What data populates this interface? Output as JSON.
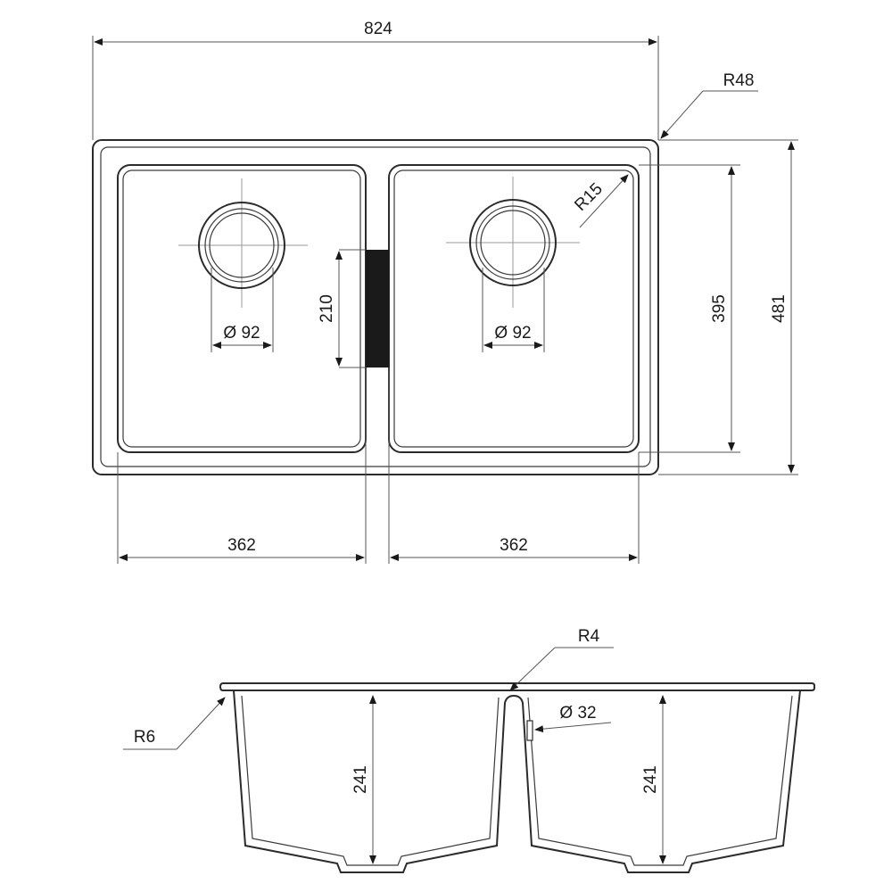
{
  "colors": {
    "line": "#2b2b2b",
    "strip": "#1a1a1a",
    "background": "#ffffff"
  },
  "top_view": {
    "overall_width": "824",
    "corner_radius_outer": "R48",
    "inner_radius": "R15",
    "overall_depth": "481",
    "bowl_depth": "395",
    "divider_length": "210",
    "left_drain_diameter": "Ø 92",
    "right_drain_diameter": "Ø 92",
    "left_bowl_width": "362",
    "right_bowl_width": "362"
  },
  "section_view": {
    "rim_radius": "R6",
    "divider_radius": "R4",
    "overflow_diameter": "Ø 32",
    "left_bowl_height": "241",
    "right_bowl_height": "241"
  }
}
